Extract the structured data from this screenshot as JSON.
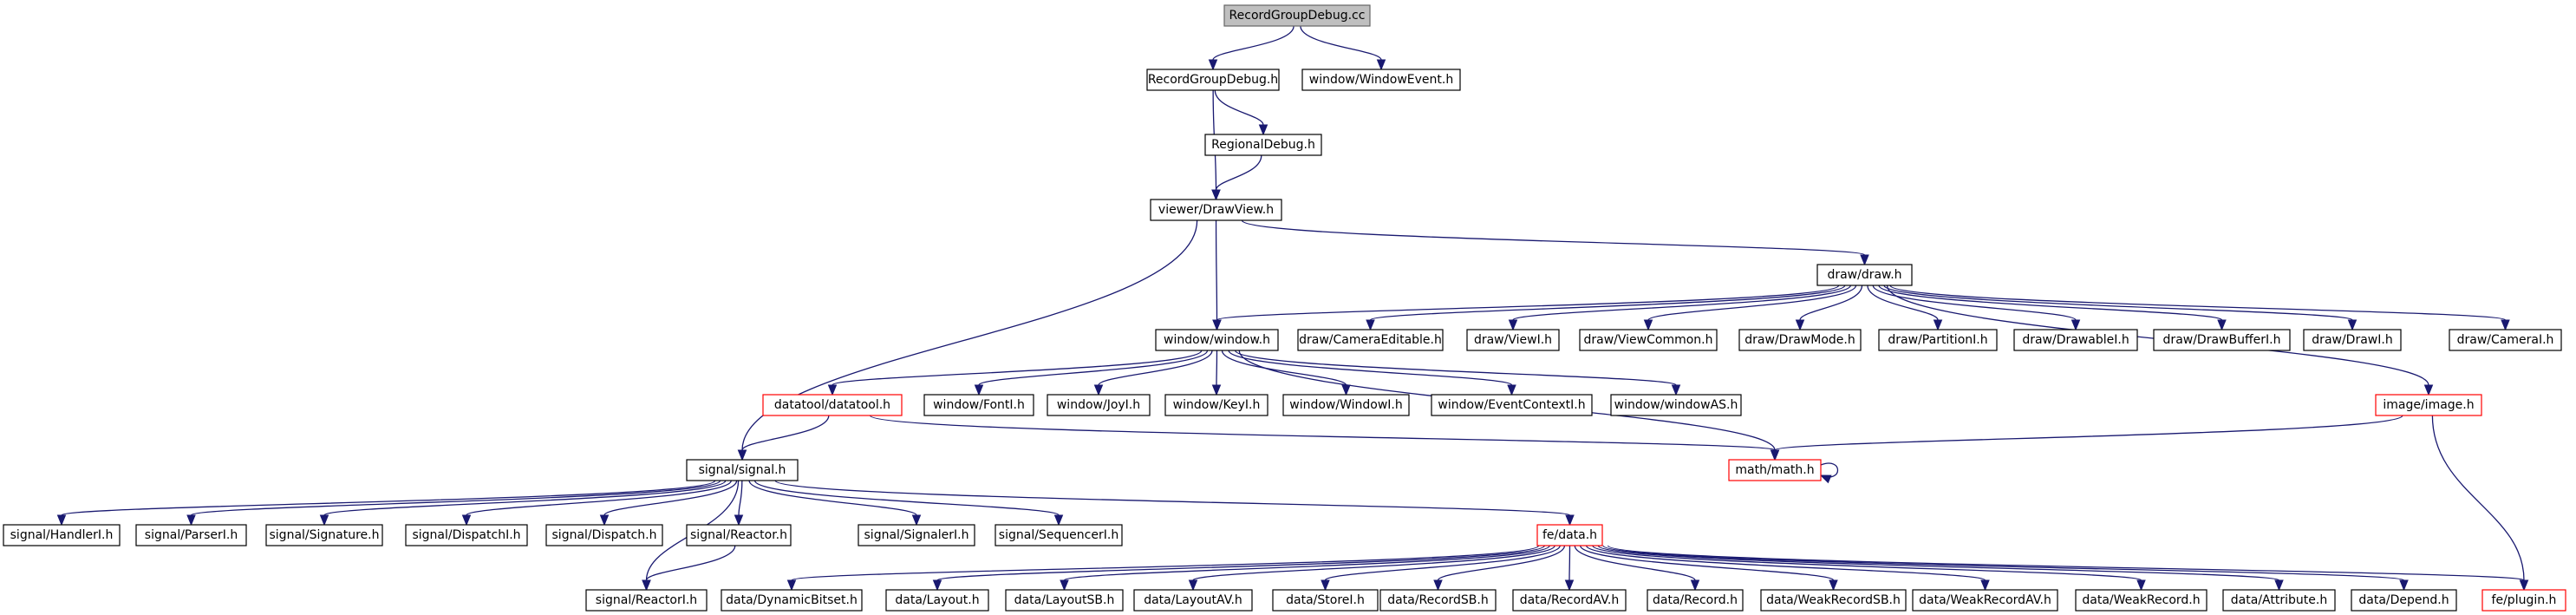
{
  "title": "RecordGroupDebug.cc",
  "nodes": [
    {
      "id": "n_root",
      "label": "RecordGroupDebug.cc",
      "style": "root"
    },
    {
      "id": "n_rgd_h",
      "label": "RecordGroupDebug.h"
    },
    {
      "id": "n_winevent",
      "label": "window/WindowEvent.h"
    },
    {
      "id": "n_regional",
      "label": "RegionalDebug.h"
    },
    {
      "id": "n_drawview",
      "label": "viewer/DrawView.h"
    },
    {
      "id": "n_draw",
      "label": "draw/draw.h"
    },
    {
      "id": "n_window",
      "label": "window/window.h"
    },
    {
      "id": "n_cameditable",
      "label": "draw/CameraEditable.h"
    },
    {
      "id": "n_viewi",
      "label": "draw/ViewI.h"
    },
    {
      "id": "n_viewcommon",
      "label": "draw/ViewCommon.h"
    },
    {
      "id": "n_drawmode",
      "label": "draw/DrawMode.h"
    },
    {
      "id": "n_partitioni",
      "label": "draw/PartitionI.h"
    },
    {
      "id": "n_drawablei",
      "label": "draw/DrawableI.h"
    },
    {
      "id": "n_drawbufferi",
      "label": "draw/DrawBufferI.h"
    },
    {
      "id": "n_drawi",
      "label": "draw/DrawI.h"
    },
    {
      "id": "n_camerai",
      "label": "draw/CameraI.h"
    },
    {
      "id": "n_datatool",
      "label": "datatool/datatool.h",
      "style": "red"
    },
    {
      "id": "n_fonti",
      "label": "window/FontI.h"
    },
    {
      "id": "n_joyi",
      "label": "window/JoyI.h"
    },
    {
      "id": "n_keyi",
      "label": "window/KeyI.h"
    },
    {
      "id": "n_windowi",
      "label": "window/WindowI.h"
    },
    {
      "id": "n_eventcontext",
      "label": "window/EventContextI.h"
    },
    {
      "id": "n_windowas",
      "label": "window/windowAS.h"
    },
    {
      "id": "n_image",
      "label": "image/image.h",
      "style": "red"
    },
    {
      "id": "n_signal",
      "label": "signal/signal.h"
    },
    {
      "id": "n_math",
      "label": "math/math.h",
      "style": "red"
    },
    {
      "id": "n_handleri",
      "label": "signal/HandlerI.h"
    },
    {
      "id": "n_parseri",
      "label": "signal/ParserI.h"
    },
    {
      "id": "n_signature",
      "label": "signal/Signature.h"
    },
    {
      "id": "n_dispatchi",
      "label": "signal/DispatchI.h"
    },
    {
      "id": "n_dispatch",
      "label": "signal/Dispatch.h"
    },
    {
      "id": "n_reactor",
      "label": "signal/Reactor.h"
    },
    {
      "id": "n_signaleri",
      "label": "signal/SignalerI.h"
    },
    {
      "id": "n_sequenceri",
      "label": "signal/SequencerI.h"
    },
    {
      "id": "n_fedata",
      "label": "fe/data.h",
      "style": "red"
    },
    {
      "id": "n_reactori",
      "label": "signal/ReactorI.h"
    },
    {
      "id": "n_dynbitset",
      "label": "data/DynamicBitset.h"
    },
    {
      "id": "n_layout",
      "label": "data/Layout.h"
    },
    {
      "id": "n_layoutsb",
      "label": "data/LayoutSB.h"
    },
    {
      "id": "n_layoutav",
      "label": "data/LayoutAV.h"
    },
    {
      "id": "n_storei",
      "label": "data/StoreI.h"
    },
    {
      "id": "n_recordsb",
      "label": "data/RecordSB.h"
    },
    {
      "id": "n_recordav",
      "label": "data/RecordAV.h"
    },
    {
      "id": "n_record",
      "label": "data/Record.h"
    },
    {
      "id": "n_weakrecordsb",
      "label": "data/WeakRecordSB.h"
    },
    {
      "id": "n_weakrecordav",
      "label": "data/WeakRecordAV.h"
    },
    {
      "id": "n_weakrecord",
      "label": "data/WeakRecord.h"
    },
    {
      "id": "n_attribute",
      "label": "data/Attribute.h"
    },
    {
      "id": "n_depend",
      "label": "data/Depend.h"
    },
    {
      "id": "n_plugin",
      "label": "fe/plugin.h",
      "style": "red"
    }
  ],
  "edges": [
    [
      "n_root",
      "n_rgd_h"
    ],
    [
      "n_root",
      "n_winevent"
    ],
    [
      "n_rgd_h",
      "n_regional"
    ],
    [
      "n_rgd_h",
      "n_drawview"
    ],
    [
      "n_regional",
      "n_drawview"
    ],
    [
      "n_drawview",
      "n_draw"
    ],
    [
      "n_drawview",
      "n_window"
    ],
    [
      "n_drawview",
      "n_signal"
    ],
    [
      "n_draw",
      "n_window"
    ],
    [
      "n_draw",
      "n_cameditable"
    ],
    [
      "n_draw",
      "n_viewi"
    ],
    [
      "n_draw",
      "n_viewcommon"
    ],
    [
      "n_draw",
      "n_drawmode"
    ],
    [
      "n_draw",
      "n_partitioni"
    ],
    [
      "n_draw",
      "n_drawablei"
    ],
    [
      "n_draw",
      "n_drawbufferi"
    ],
    [
      "n_draw",
      "n_drawi"
    ],
    [
      "n_draw",
      "n_camerai"
    ],
    [
      "n_draw",
      "n_image"
    ],
    [
      "n_window",
      "n_datatool"
    ],
    [
      "n_window",
      "n_fonti"
    ],
    [
      "n_window",
      "n_joyi"
    ],
    [
      "n_window",
      "n_keyi"
    ],
    [
      "n_window",
      "n_windowi"
    ],
    [
      "n_window",
      "n_eventcontext"
    ],
    [
      "n_window",
      "n_windowas"
    ],
    [
      "n_window",
      "n_math"
    ],
    [
      "n_datatool",
      "n_signal"
    ],
    [
      "n_datatool",
      "n_math"
    ],
    [
      "n_image",
      "n_math"
    ],
    [
      "n_image",
      "n_plugin"
    ],
    [
      "n_math",
      "n_math"
    ],
    [
      "n_signal",
      "n_handleri"
    ],
    [
      "n_signal",
      "n_parseri"
    ],
    [
      "n_signal",
      "n_signature"
    ],
    [
      "n_signal",
      "n_dispatchi"
    ],
    [
      "n_signal",
      "n_dispatch"
    ],
    [
      "n_signal",
      "n_reactor"
    ],
    [
      "n_signal",
      "n_reactori"
    ],
    [
      "n_signal",
      "n_signaleri"
    ],
    [
      "n_signal",
      "n_sequenceri"
    ],
    [
      "n_signal",
      "n_fedata"
    ],
    [
      "n_reactor",
      "n_reactori"
    ],
    [
      "n_fedata",
      "n_dynbitset"
    ],
    [
      "n_fedata",
      "n_layout"
    ],
    [
      "n_fedata",
      "n_layoutsb"
    ],
    [
      "n_fedata",
      "n_layoutav"
    ],
    [
      "n_fedata",
      "n_storei"
    ],
    [
      "n_fedata",
      "n_recordsb"
    ],
    [
      "n_fedata",
      "n_recordav"
    ],
    [
      "n_fedata",
      "n_record"
    ],
    [
      "n_fedata",
      "n_weakrecordsb"
    ],
    [
      "n_fedata",
      "n_weakrecordav"
    ],
    [
      "n_fedata",
      "n_weakrecord"
    ],
    [
      "n_fedata",
      "n_attribute"
    ],
    [
      "n_fedata",
      "n_depend"
    ],
    [
      "n_fedata",
      "n_plugin"
    ]
  ],
  "colors": {
    "edge": "#191970",
    "node_border": "#000000",
    "highlight_border": "#ff0000",
    "root_fill": "#bfbfbf"
  }
}
